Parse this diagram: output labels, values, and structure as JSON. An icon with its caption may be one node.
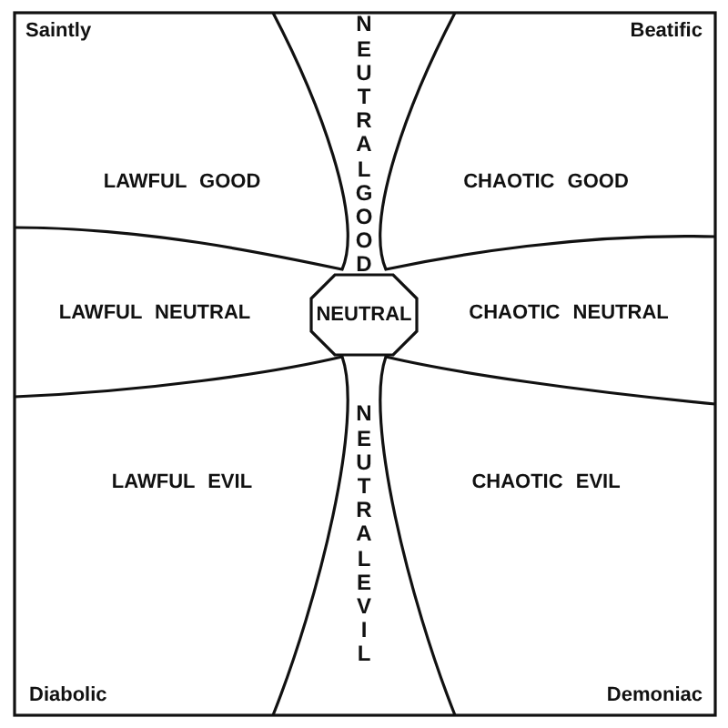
{
  "diagram": {
    "nodes": [
      {
        "text": [
          "LAWFUL GOOD"
        ]
      },
      {
        "text": [
          "NEUTRAL GOOD"
        ]
      },
      {
        "text": [
          "CHAOTIC GOOD"
        ]
      },
      {
        "text": [
          "LAWFUL NEUTRAL"
        ]
      },
      {
        "text": [
          "NEUTRAL"
        ]
      },
      {
        "text": [
          "CHAOTIC NEUTRAL"
        ]
      },
      {
        "text": [
          "LAWFUL EVIL"
        ]
      },
      {
        "text": [
          "NEUTRAL EVIL"
        ]
      },
      {
        "text": [
          "CHAOTIC EVIL"
        ]
      }
    ],
    "labels": [
      "Saintly",
      "Beatific",
      "Diabolic",
      "Demoniac"
    ]
  }
}
